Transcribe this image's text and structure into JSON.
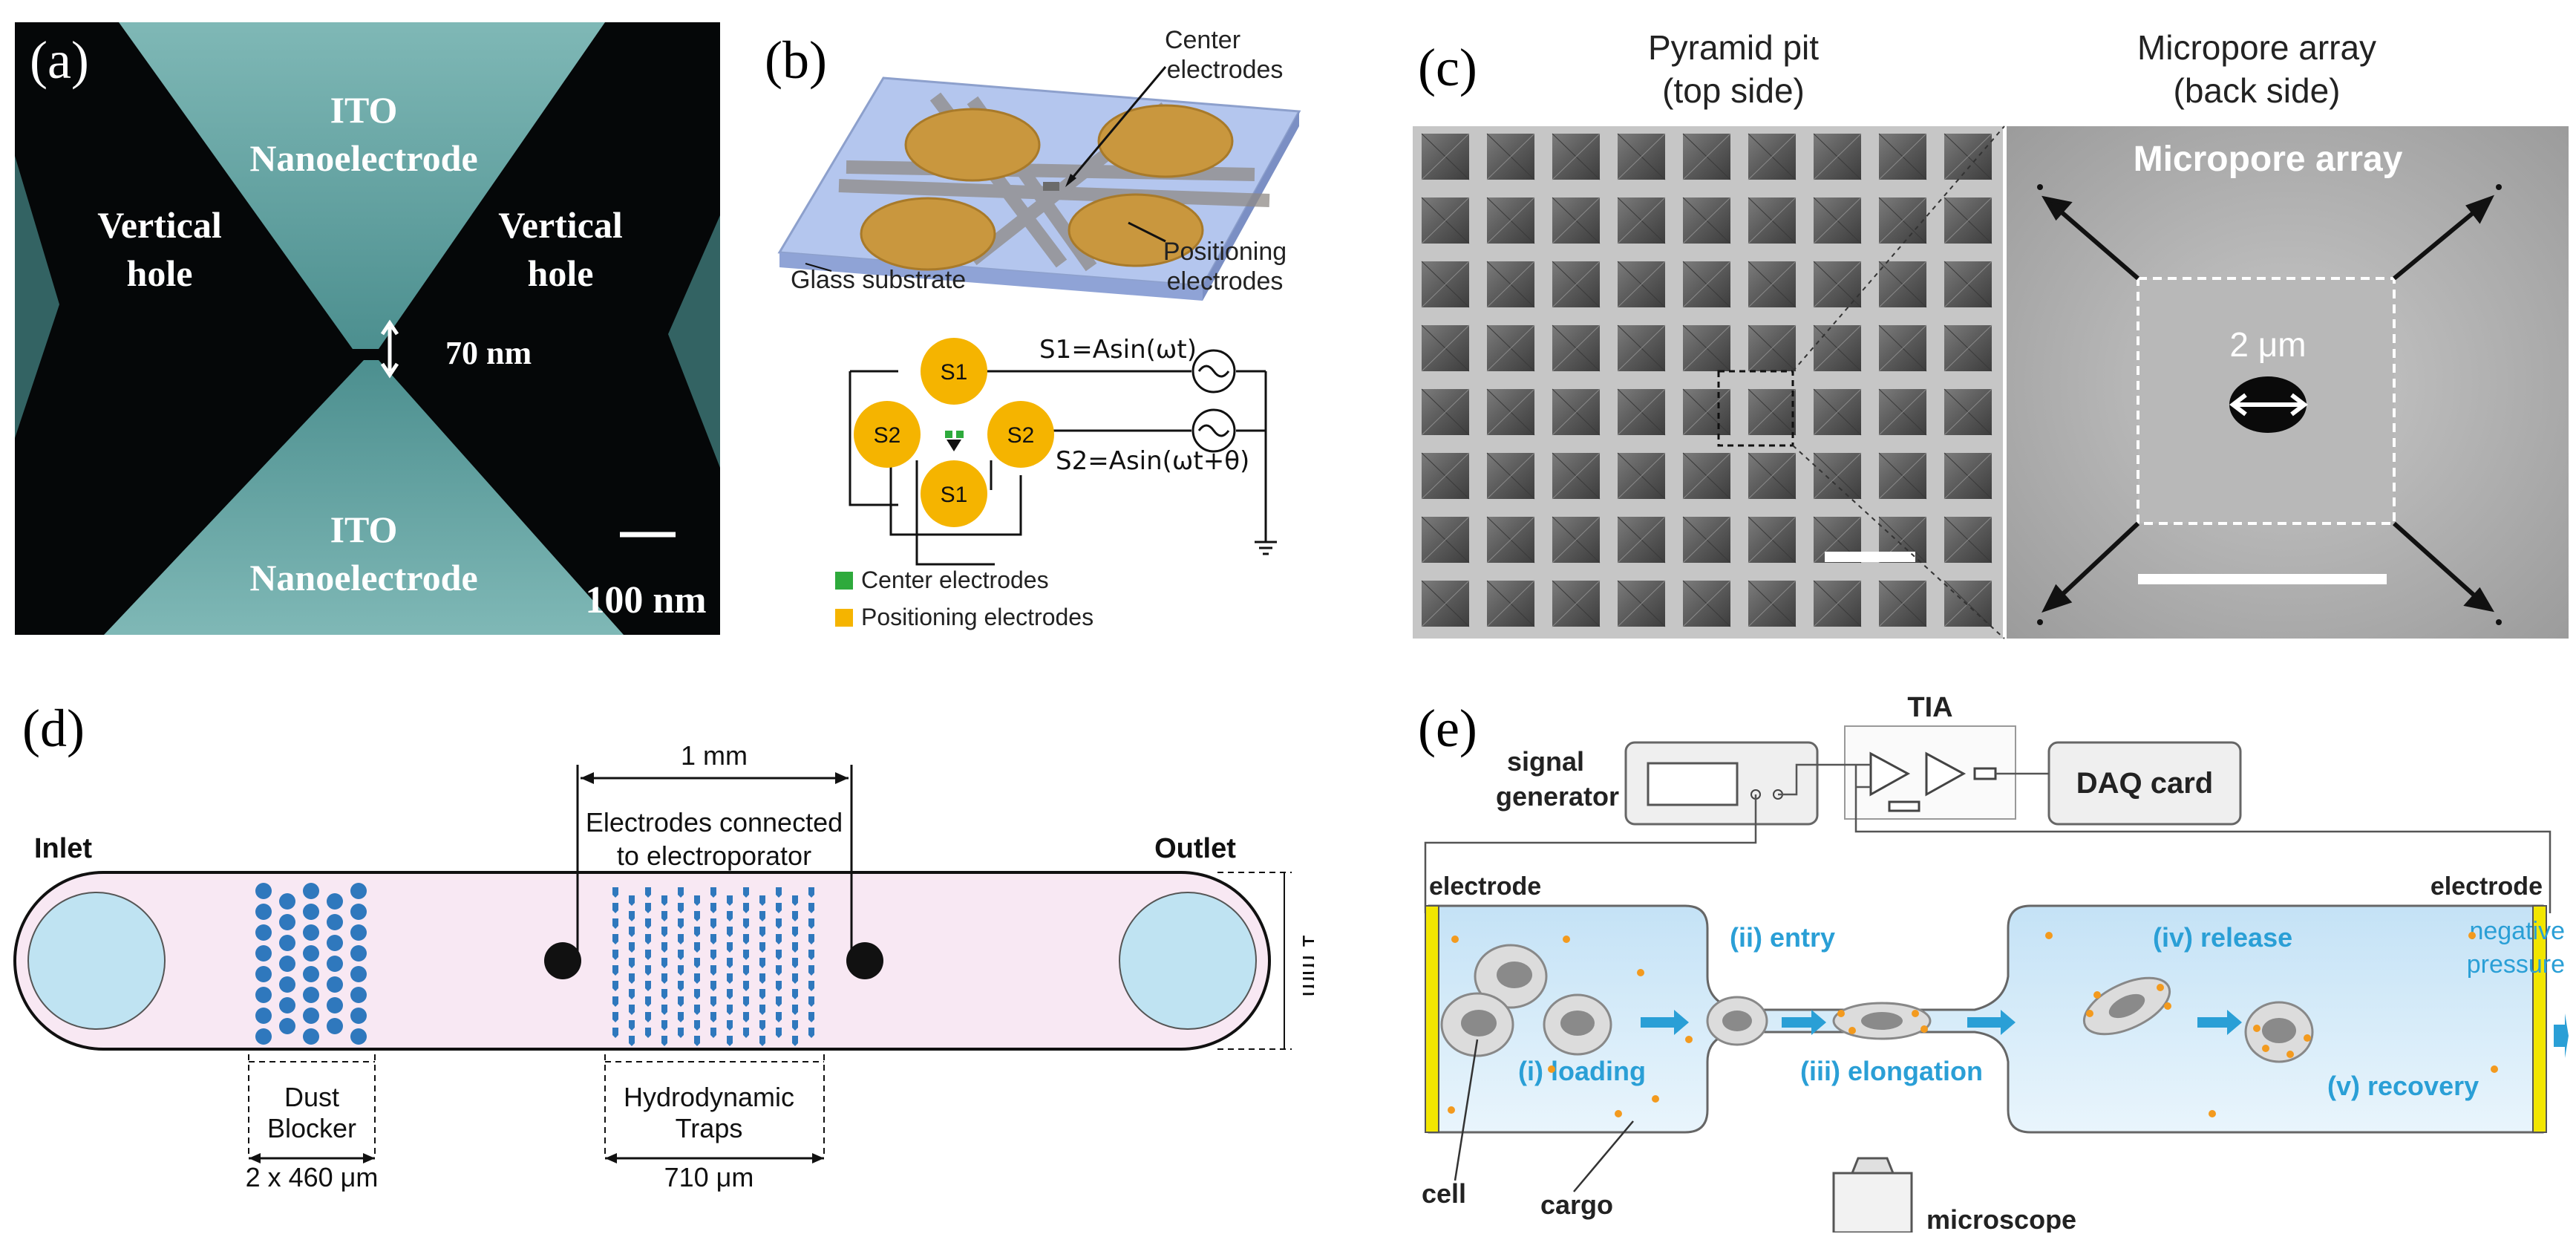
{
  "panels": {
    "a": {
      "label": "(a)",
      "top_electrode": [
        "ITO",
        "Nanoelectrode"
      ],
      "bottom_electrode": [
        "ITO",
        "Nanoelectrode"
      ],
      "left_hole": [
        "Vertical",
        "hole"
      ],
      "right_hole": [
        "Vertical",
        "hole"
      ],
      "gap": "70 nm",
      "scale_bar": "100 nm"
    },
    "b": {
      "label": "(b)",
      "center_electrodes_callout": [
        "Center",
        "electrodes"
      ],
      "positioning_electrodes_callout": [
        "Positioning",
        "electrodes"
      ],
      "glass_substrate": "Glass substrate",
      "s1_label": "S1",
      "s2_label": "S2",
      "s1_equation": "S1=Asin(ωt)",
      "s2_equation": "S2=Asin(ωt+θ)",
      "legend": [
        "Center electrodes",
        "Positioning electrodes"
      ],
      "colors": {
        "electrode": "#f5b400",
        "center": "#2eaa3c"
      }
    },
    "c": {
      "label": "(c)",
      "left_title": [
        "Pyramid pit",
        "(top side)"
      ],
      "right_title": [
        "Micropore array",
        "(back side)"
      ],
      "right_inner_label": "Micropore array",
      "pore_size": "2 μm"
    },
    "d": {
      "label": "(d)",
      "inlet": "Inlet",
      "outlet": "Outlet",
      "top_dim": "1 mm",
      "electrodes_note": [
        "Electrodes connected",
        "to electroporator"
      ],
      "height_dim": "1 mm",
      "dust_blocker": [
        "Dust",
        "Blocker"
      ],
      "dust_dim": "2 x 460 μm",
      "traps": [
        "Hydrodynamic",
        "Traps"
      ],
      "traps_dim": "710 μm",
      "colors": {
        "channel": "#f8e8f3",
        "port": "#bfe3f2",
        "pillar": "#2f78bd"
      }
    },
    "e": {
      "label": "(e)",
      "tia": "TIA",
      "signal_generator": [
        "signal",
        "generator"
      ],
      "daq": "DAQ card",
      "electrode_left": "electrode",
      "electrode_right": "electrode",
      "negative_pressure": [
        "negative",
        "pressure"
      ],
      "steps": [
        "(i) loading",
        "(ii) entry",
        "(iii) elongation",
        "(iv) release",
        "(v) recovery"
      ],
      "cell": "cell",
      "cargo": "cargo",
      "microscope": "microscope",
      "colors": {
        "step": "#2a9fd6",
        "chamber": "#d5ecf8",
        "cargo": "#f39a1e"
      }
    }
  }
}
